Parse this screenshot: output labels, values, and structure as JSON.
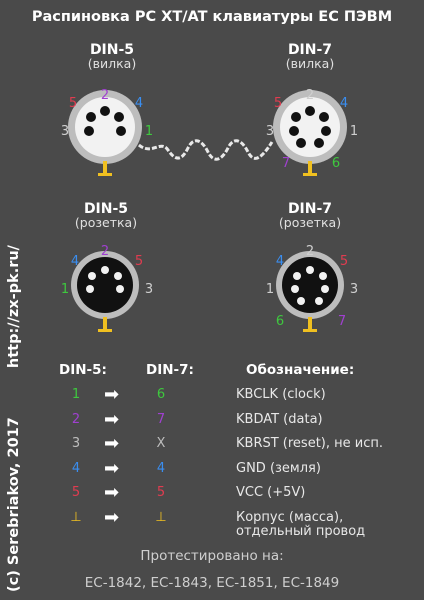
{
  "title": "Распиновка PC XT/AT клавиатуры ЕС ПЭВМ",
  "side_credit": "(c) Serebriakov, 2017",
  "side_site": "http://zx-pk.ru/",
  "connectors": {
    "din5_plug": {
      "name": "DIN-5",
      "kind": "(вилка)",
      "pins": [
        "1",
        "2",
        "3",
        "4",
        "5"
      ]
    },
    "din7_plug": {
      "name": "DIN-7",
      "kind": "(вилка)",
      "pins": [
        "1",
        "2",
        "3",
        "4",
        "5",
        "6",
        "7"
      ]
    },
    "din5_socket": {
      "name": "DIN-5",
      "kind": "(розетка)",
      "pins": [
        "1",
        "2",
        "3",
        "4",
        "5"
      ]
    },
    "din7_socket": {
      "name": "DIN-7",
      "kind": "(розетка)",
      "pins": [
        "1",
        "2",
        "3",
        "4",
        "5",
        "6",
        "7"
      ]
    }
  },
  "table": {
    "col_din5": "DIN-5:",
    "col_din7": "DIN-7:",
    "col_desc": "Обозначение:",
    "rows": [
      {
        "din5": "1",
        "din7": "6",
        "desc": "KBCLK (clock)",
        "color": "#3ec83e"
      },
      {
        "din5": "2",
        "din7": "7",
        "desc": "KBDAT (data)",
        "color": "#a040d0"
      },
      {
        "din5": "3",
        "din7": "X",
        "desc": "KBRST (reset), не исп.",
        "color": "#bdbdbd"
      },
      {
        "din5": "4",
        "din7": "4",
        "desc": "GND (земля)",
        "color": "#3a8ef0"
      },
      {
        "din5": "5",
        "din7": "5",
        "desc": "VCC (+5V)",
        "color": "#e03c50"
      },
      {
        "din5": "⊥",
        "din7": "⊥",
        "desc": "Корпус (масса),",
        "desc2": "отдельный провод",
        "color": "#f0c020"
      }
    ]
  },
  "footer_line1": "Протестировано на:",
  "footer_line2": "ЕС-1842, ЕС-1843, ЕС-1851, ЕС-1849",
  "colors": {
    "pin1": "#3ec83e",
    "pin2": "#a040d0",
    "pin3": "#bdbdbd",
    "pin4": "#3a8ef0",
    "pin5": "#e03c50",
    "pin6": "#3ec83e",
    "pin7": "#a040d0",
    "shield": "#f0c020",
    "plug_face": "#f2f2f2",
    "socket_face": "#111111"
  }
}
